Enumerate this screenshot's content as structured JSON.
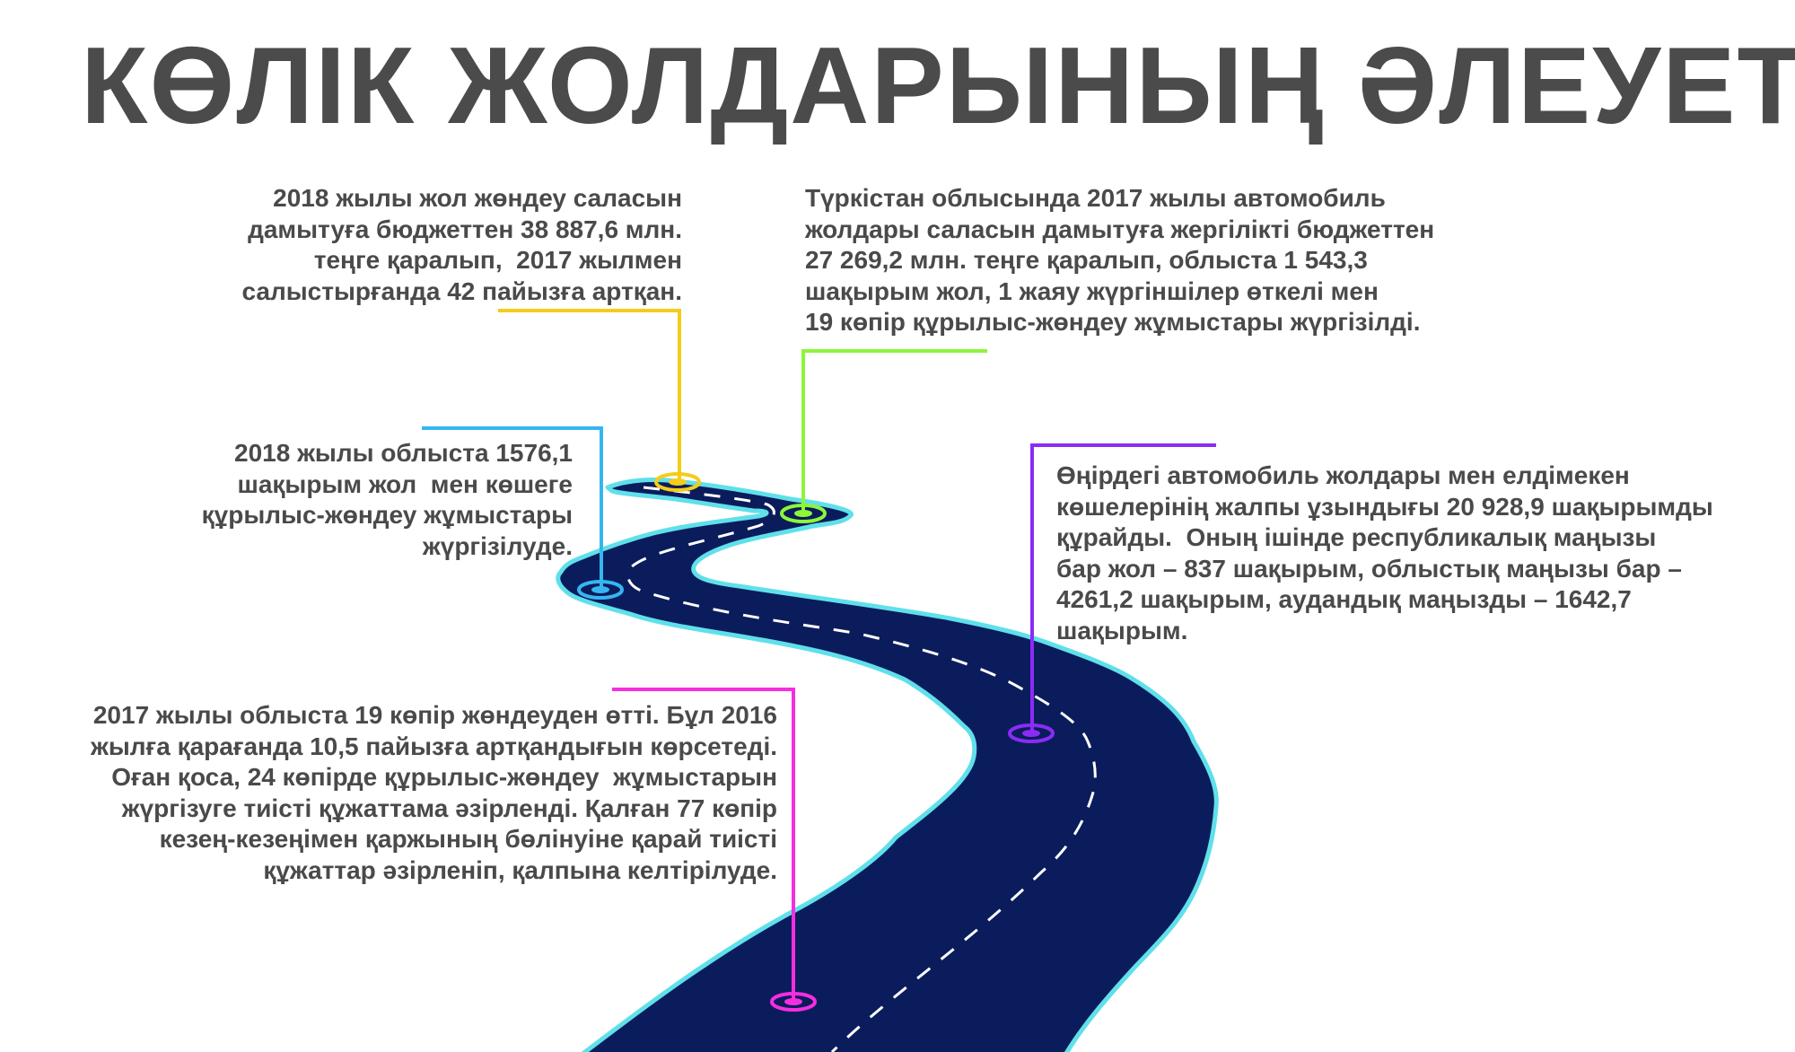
{
  "title": "КӨЛІК ЖОЛДАРЫНЫҢ ӘЛЕУЕТІ",
  "colors": {
    "road": "#0b1c5c",
    "road_outline": "#5fe0ea",
    "yellow": "#f5cc1a",
    "green": "#8ef53a",
    "blue": "#35b6f0",
    "purple": "#8a2cf5",
    "magenta": "#f52ee0"
  },
  "blocks": {
    "budget_2018": [
      "2018 жылы жол жөндеу саласын",
      "дамытуға бюджеттен 38 887,6 млн.",
      "теңге қаралып,  2017 жылмен",
      "салыстырғанда 42 пайызға артқан."
    ],
    "turkistan_2017": [
      "Түркістан облысында 2017 жылы автомобиль",
      "жолдары саласын дамытуға жергілікті бюджеттен",
      "27 269,2 млн. теңге қаралып, облыста 1 543,3",
      "шақырым жол, 1 жаяу жүргіншілер өткелі мен",
      "19 көпір құрылыс-жөндеу жұмыстары жүргізілді."
    ],
    "roads_2018": [
      "2018 жылы облыста 1576,1",
      "шақырым жол  мен көшеге",
      "құрылыс-жөндеу жұмыстары",
      "жүргізілуде."
    ],
    "region_total": [
      "Өңірдегі автомобиль жолдары мен елдімекен",
      "көшелерінің жалпы ұзындығы 20 928,9 шақырымды",
      "құрайды.  Оның ішінде республикалық маңызы",
      "бар жол – 837 шақырым, облыстық маңызы бар –",
      "4261,2 шақырым, аудандық маңызды – 1642,7",
      "шақырым."
    ],
    "bridges_2017": [
      "2017 жылы облыста 19 көпір жөндеуден өтті. Бұл 2016",
      "жылға қарағанда 10,5 пайызға артқандығын көрсетеді.",
      "Оған қоса, 24 көпірде құрылыс-жөндеу  жұмыстарын",
      "жүргізуге тиісті құжаттама әзірленді. Қалған 77 көпір",
      "кезең-кезеңімен қаржының бөлінуіне қарай тиісті",
      "құжаттар әзірленіп, қалпына келтірілуде."
    ]
  }
}
